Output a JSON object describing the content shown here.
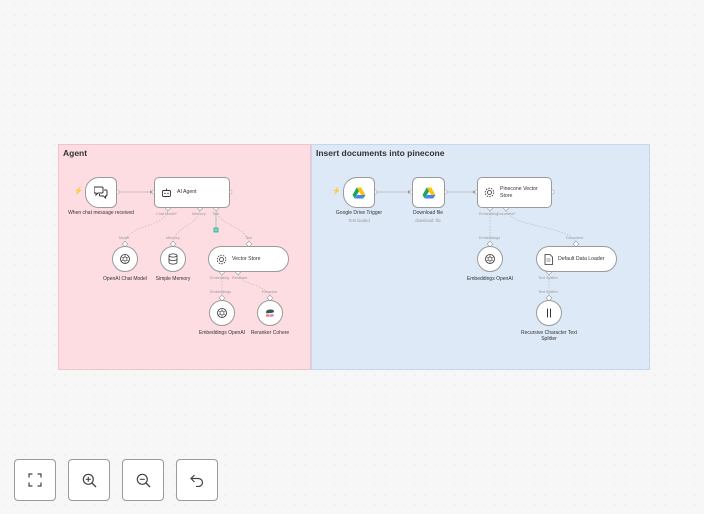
{
  "groups": {
    "agent": {
      "title": "Agent"
    },
    "insert": {
      "title": "Insert documents into pinecone"
    }
  },
  "nodes": {
    "chat_trigger": {
      "label": "When chat message received"
    },
    "ai_agent": {
      "label": "AI Agent"
    },
    "openai_chat_model": {
      "label": "OpenAI Chat Model"
    },
    "simple_memory": {
      "label": "Simple Memory"
    },
    "vector_store": {
      "label": "Vector Store"
    },
    "embeddings_openai_agent": {
      "label": "Embeddings OpenAI"
    },
    "reranker_cohere": {
      "label": "Reranker Cohere"
    },
    "drive_trigger": {
      "label": "Google Drive Trigger",
      "subtitle": "Test loaded"
    },
    "download_file": {
      "label": "Download file",
      "subtitle": "download: file"
    },
    "pinecone_store": {
      "label": "Pinecone Vector Store"
    },
    "embeddings_openai_insert": {
      "label": "Embeddings OpenAI"
    },
    "default_data_loader": {
      "label": "Default Data Loader"
    },
    "text_splitter": {
      "label": "Recursive Character Text Splitter"
    }
  },
  "ports": {
    "agent_chat_model": "Chat Model*",
    "agent_memory": "Memory",
    "agent_tool": "Tool",
    "model_in": "Model",
    "memory_in": "Memory",
    "tool_in": "Tool",
    "vs_embedding": "Embedding",
    "vs_reranker": "Reranker",
    "emb_in": "Embeddings",
    "reranker_in": "Reranker",
    "pc_embedding": "Embedding",
    "pc_document": "Document*",
    "emb2_in": "Embeddings",
    "doc_in": "Document",
    "loader_splitter": "Text Splitter",
    "splitter_in": "Text Splitter"
  },
  "controls": {
    "fit_icon": "fit-view-icon",
    "zoom_in_icon": "zoom-in-icon",
    "zoom_out_icon": "zoom-out-icon",
    "undo_icon": "undo-icon"
  },
  "colors": {
    "agent_group_bg": "#fddde1",
    "insert_group_bg": "#dde9f7",
    "trigger_bolt": "#ff6d5a",
    "add_button": "#3db99f"
  }
}
